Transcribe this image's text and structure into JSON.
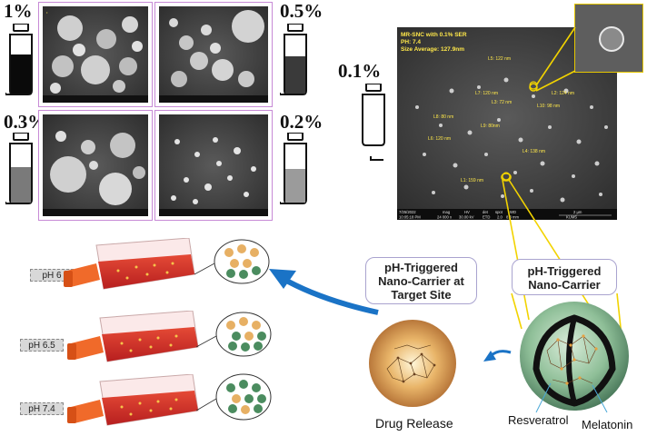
{
  "concentrations": {
    "c1": "1%",
    "c05": "0.5%",
    "c03": "0.3%",
    "c02": "0.2%",
    "c01": "0.1%"
  },
  "main_sem": {
    "header_line1": "MR-SNC with 0.1% SER",
    "header_line2": "PH: 7.4",
    "header_line3": "Size Average: 127.9nm",
    "labels": [
      "L5: 122 nm",
      "L7: 120 nm",
      "L2: 124 nm",
      "L3: 72 nm",
      "L10: 98 nm",
      "L8: 80 nm",
      "L9: 80nm",
      "L6: 120 nm",
      "L4: 138 nm",
      "L1: 159 nm"
    ],
    "footer_date": "7/25/2022",
    "footer_time": "10:05:18 PM",
    "footer_mag_label": "mag",
    "footer_mag": "24 000 x",
    "footer_hv_label": "HV",
    "footer_hv": "30.00 kV",
    "footer_det_label": "det",
    "footer_det": "ETD",
    "footer_spot_label": "spot",
    "footer_spot": "2.0",
    "footer_wd_label": "WD",
    "footer_wd": "8.3 mm",
    "footer_scale": "2 µm",
    "footer_org": "KUMS"
  },
  "labels": {
    "target_site": "pH-Triggered Nano-Carrier at Target Site",
    "nano_carrier": "pH-Triggered Nano-Carrier",
    "drug_release": "Drug Release",
    "resveratrol": "Resveratrol",
    "melatonin": "Melatonin"
  },
  "ph_tags": {
    "ph6": "pH 6",
    "ph65": "pH 6.5",
    "ph74": "pH 7.4"
  },
  "colors": {
    "sem_frame": "#c78ad6",
    "arrow_blue": "#1a73c6",
    "flask_liquid": "#d9322c",
    "flask_cap": "#f06a2a",
    "resveratrol_particle": "#e7b064",
    "melatonin_particle": "#4b8c5f",
    "sphere_green": "#8fbf98",
    "sphere_gold": "#e6a040",
    "highlight_yellow": "#f2d300"
  }
}
